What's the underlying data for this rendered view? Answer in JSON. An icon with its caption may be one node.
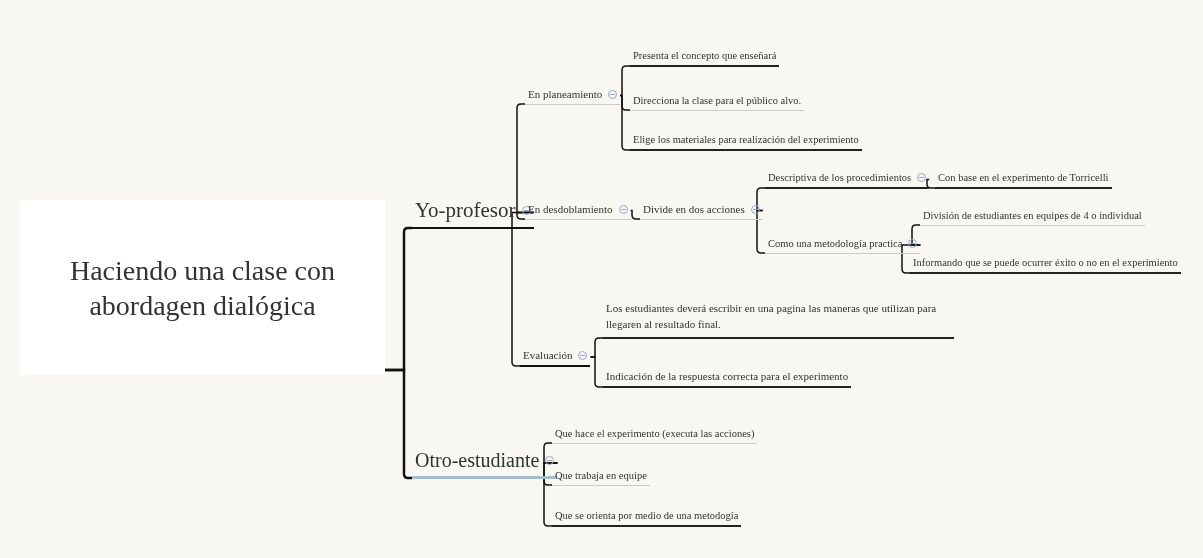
{
  "diagram": {
    "nodes": [
      {
        "text": [
          "Haciendo una clase con abordagen dialógica"
        ]
      },
      {
        "text": [
          "Yo-profesor"
        ]
      },
      {
        "text": [
          "En planeamiento"
        ]
      },
      {
        "text": [
          "Presenta el concepto que enseñará"
        ]
      },
      {
        "text": [
          "Direcciona la clase para el público alvo."
        ]
      },
      {
        "text": [
          "Elige los materiales para realización del experimiento"
        ]
      },
      {
        "text": [
          "En desdoblamiento"
        ]
      },
      {
        "text": [
          "Divide en dos acciones"
        ]
      },
      {
        "text": [
          "Descriptiva de los procedimientos"
        ]
      },
      {
        "text": [
          "Con base en el experimento de Torricelli"
        ]
      },
      {
        "text": [
          "Como una metodología practica"
        ]
      },
      {
        "text": [
          "División de estudiantes en equipes de 4 o individual"
        ]
      },
      {
        "text": [
          "Informando que se puede ocurrer éxito o no en el experimiento"
        ]
      },
      {
        "text": [
          "Evaluación"
        ]
      },
      {
        "text": [
          "Los  estudiantes deverá escribir en una pagina las maneras que utilizan para llegaren al resultado final."
        ]
      },
      {
        "text": [
          "Indicación de la respuesta correcta para el experimento"
        ]
      },
      {
        "text": [
          "Otro-estudiante"
        ]
      },
      {
        "text": [
          "Que hace el experimento (executa las acciones)"
        ]
      },
      {
        "text": [
          "Que trabaja en equipe"
        ]
      },
      {
        "text": [
          "Que se orienta por medio de una metodogía"
        ]
      }
    ],
    "edges": [
      {
        "from": 0,
        "to": 1,
        "arrow": "none"
      },
      {
        "from": 0,
        "to": 16,
        "arrow": "none"
      },
      {
        "from": 1,
        "to": 2,
        "arrow": "none"
      },
      {
        "from": 1,
        "to": 6,
        "arrow": "none"
      },
      {
        "from": 1,
        "to": 13,
        "arrow": "none"
      },
      {
        "from": 2,
        "to": 3,
        "arrow": "none"
      },
      {
        "from": 2,
        "to": 4,
        "arrow": "none"
      },
      {
        "from": 2,
        "to": 5,
        "arrow": "none"
      },
      {
        "from": 6,
        "to": 7,
        "arrow": "none"
      },
      {
        "from": 7,
        "to": 8,
        "arrow": "none"
      },
      {
        "from": 7,
        "to": 10,
        "arrow": "none"
      },
      {
        "from": 8,
        "to": 9,
        "arrow": "none"
      },
      {
        "from": 10,
        "to": 11,
        "arrow": "none"
      },
      {
        "from": 10,
        "to": 12,
        "arrow": "none"
      },
      {
        "from": 13,
        "to": 14,
        "arrow": "none"
      },
      {
        "from": 13,
        "to": 15,
        "arrow": "none"
      },
      {
        "from": 16,
        "to": 17,
        "arrow": "none"
      },
      {
        "from": 16,
        "to": 18,
        "arrow": "none"
      },
      {
        "from": 16,
        "to": 19,
        "arrow": "none"
      }
    ]
  }
}
